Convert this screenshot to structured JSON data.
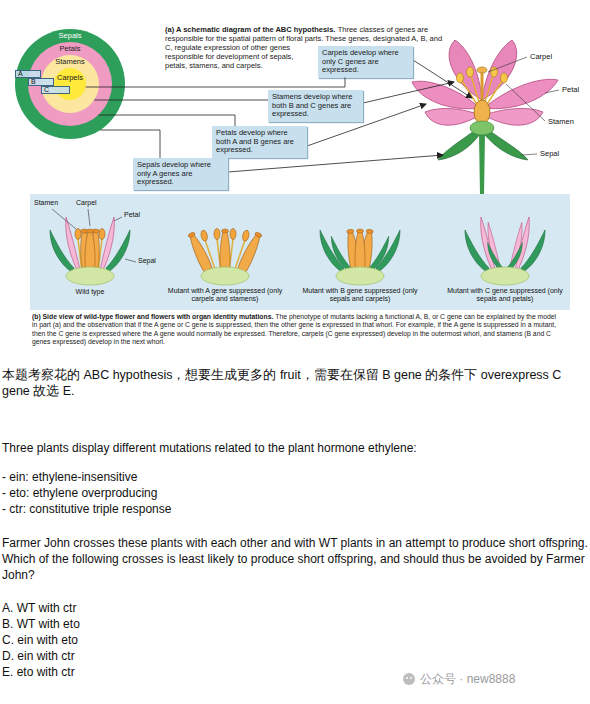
{
  "diagram": {
    "nodes": [
      {
        "text": [
          "Sepals"
        ]
      },
      {
        "text": [
          "Petals"
        ],
        "in": 0
      },
      {
        "text": [
          "Stamens"
        ],
        "in": 1
      },
      {
        "text": [
          "Carpels"
        ],
        "in": 2
      },
      {
        "text": [
          "A"
        ]
      },
      {
        "text": [
          "B"
        ]
      },
      {
        "text": [
          "C"
        ]
      },
      {
        "text": [
          "Carpels develop where only C genes are expressed."
        ]
      },
      {
        "text": [
          "Stamens develop where both B and C genes are expressed."
        ]
      },
      {
        "text": [
          "Petals develop where both A and B genes are expressed."
        ]
      },
      {
        "text": [
          "Sepals develop where only A genes are expressed."
        ]
      }
    ],
    "edges": [
      {
        "from": 3,
        "to": 7,
        "arrow": "none"
      },
      {
        "from": 2,
        "to": 8,
        "arrow": "none"
      },
      {
        "from": 1,
        "to": 9,
        "arrow": "none"
      },
      {
        "from": 0,
        "to": 10,
        "arrow": "none"
      }
    ],
    "labels": [
      "(a) A schematic diagram of the ABC hypothesis.",
      "Three classes of genes are responsible for the spatial pattern of floral parts. These genes, designated A, B, and C, regulate expression of other genes responsible for development of sepals, petals, stamens, and carpels.",
      "Carpel",
      "Petal",
      "Stamen",
      "Sepal",
      "Stamen",
      "Carpel",
      "Petal",
      "Sepal",
      "Wild type",
      "Mutant with A gene suppressed (only carpels and stamens)",
      "Mutant with B gene suppressed (only sepals and carpels)",
      "Mutant with C gene suppressed (only sepals and petals)",
      "(b) Side view of wild-type flower and flowers with organ identity mutations.",
      "The phenotype of mutants lacking a functional A, B, or C gene can be explained by the model in part (a) and the observation that if the A gene or C gene is suppressed, then the other gene is expressed in that whorl. For example, if the A gene is suppressed in a mutant, then the C gene is expressed where the A gene would normally be expressed. Therefore, carpels (C gene expressed) develop in the outermost whorl, and stamens (B and C genes expressed) develop in the next whorl.",
      "本题考察花的 ABC hypothesis，想要生成更多的 fruit，需要在保留 B gene 的条件下 overexpress C gene 故选 E.",
      "Three plants display different mutations related to the plant hormone ethylene:",
      "- ein: ethylene-insensitive",
      "- eto: ethylene overproducing",
      "- ctr: constitutive triple response",
      "Farmer John crosses these plants with each other and with WT plants in an attempt to produce short offspring. Which of the following crosses is least likely to produce short offspring, and should thus be avoided by Farmer John?",
      "A. WT with ctr",
      "B. WT with eto",
      "C. ein with eto",
      "D. ein with ctr",
      "E. eto with ctr",
      "公众号 · new8888"
    ]
  }
}
